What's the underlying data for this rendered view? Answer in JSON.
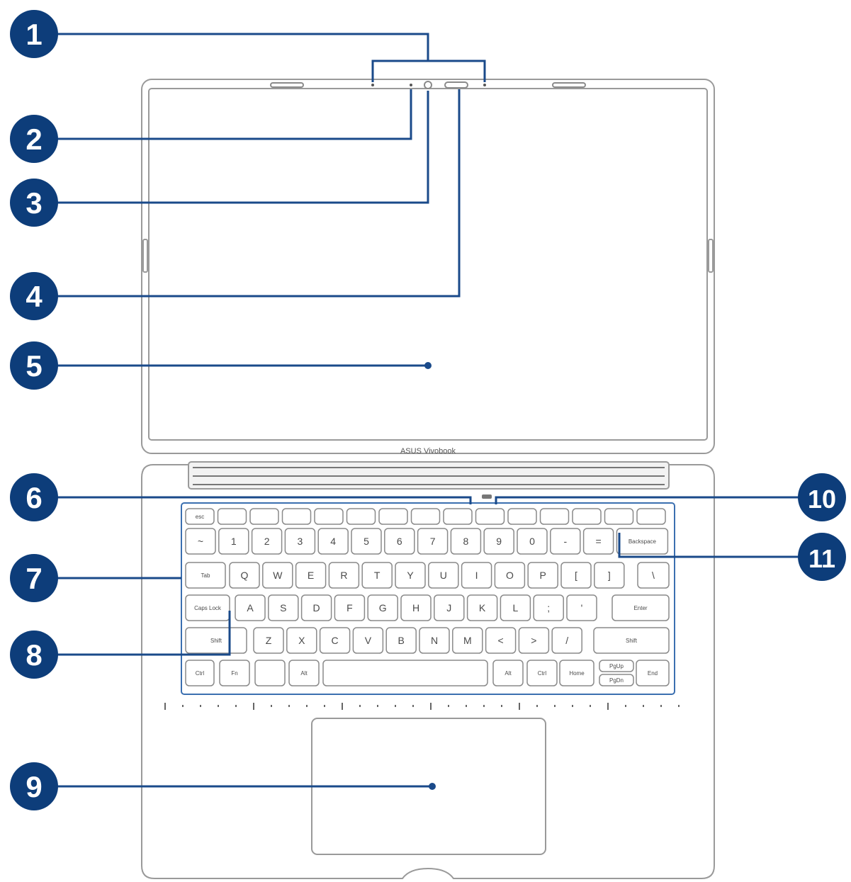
{
  "brand_label": "ASUS Vivobook",
  "callouts": [
    "1",
    "2",
    "3",
    "4",
    "5",
    "6",
    "7",
    "8",
    "9",
    "10",
    "11"
  ],
  "colors": {
    "callout_fill": "#0d3d7a",
    "leader_line": "#1a4a8a",
    "outline": "#9a9a9a"
  },
  "keyboard": {
    "row_fn": [
      "esc",
      "",
      "",
      "",
      "",
      "",
      "",
      "",
      "",
      "",
      "",
      "",
      "",
      "",
      ""
    ],
    "row_num": [
      "~",
      "1",
      "2",
      "3",
      "4",
      "5",
      "6",
      "7",
      "8",
      "9",
      "0",
      "-",
      "=",
      "Backspace"
    ],
    "row_q": [
      "Tab",
      "Q",
      "W",
      "E",
      "R",
      "T",
      "Y",
      "U",
      "I",
      "O",
      "P",
      "[",
      "]",
      "\\"
    ],
    "row_a": [
      "Caps Lock",
      "A",
      "S",
      "D",
      "F",
      "G",
      "H",
      "J",
      "K",
      "L",
      ";",
      "'",
      "Enter"
    ],
    "row_z": [
      "Shift",
      "Z",
      "X",
      "C",
      "V",
      "B",
      "N",
      "M",
      "<",
      ">",
      "/",
      "Shift"
    ],
    "row_bottom": [
      "Ctrl",
      "Fn",
      "",
      "Alt",
      "",
      "Alt",
      "Ctrl",
      "Home",
      "",
      "End"
    ],
    "pgup_label": "PgUp",
    "pgdn_label": "PgDn"
  }
}
